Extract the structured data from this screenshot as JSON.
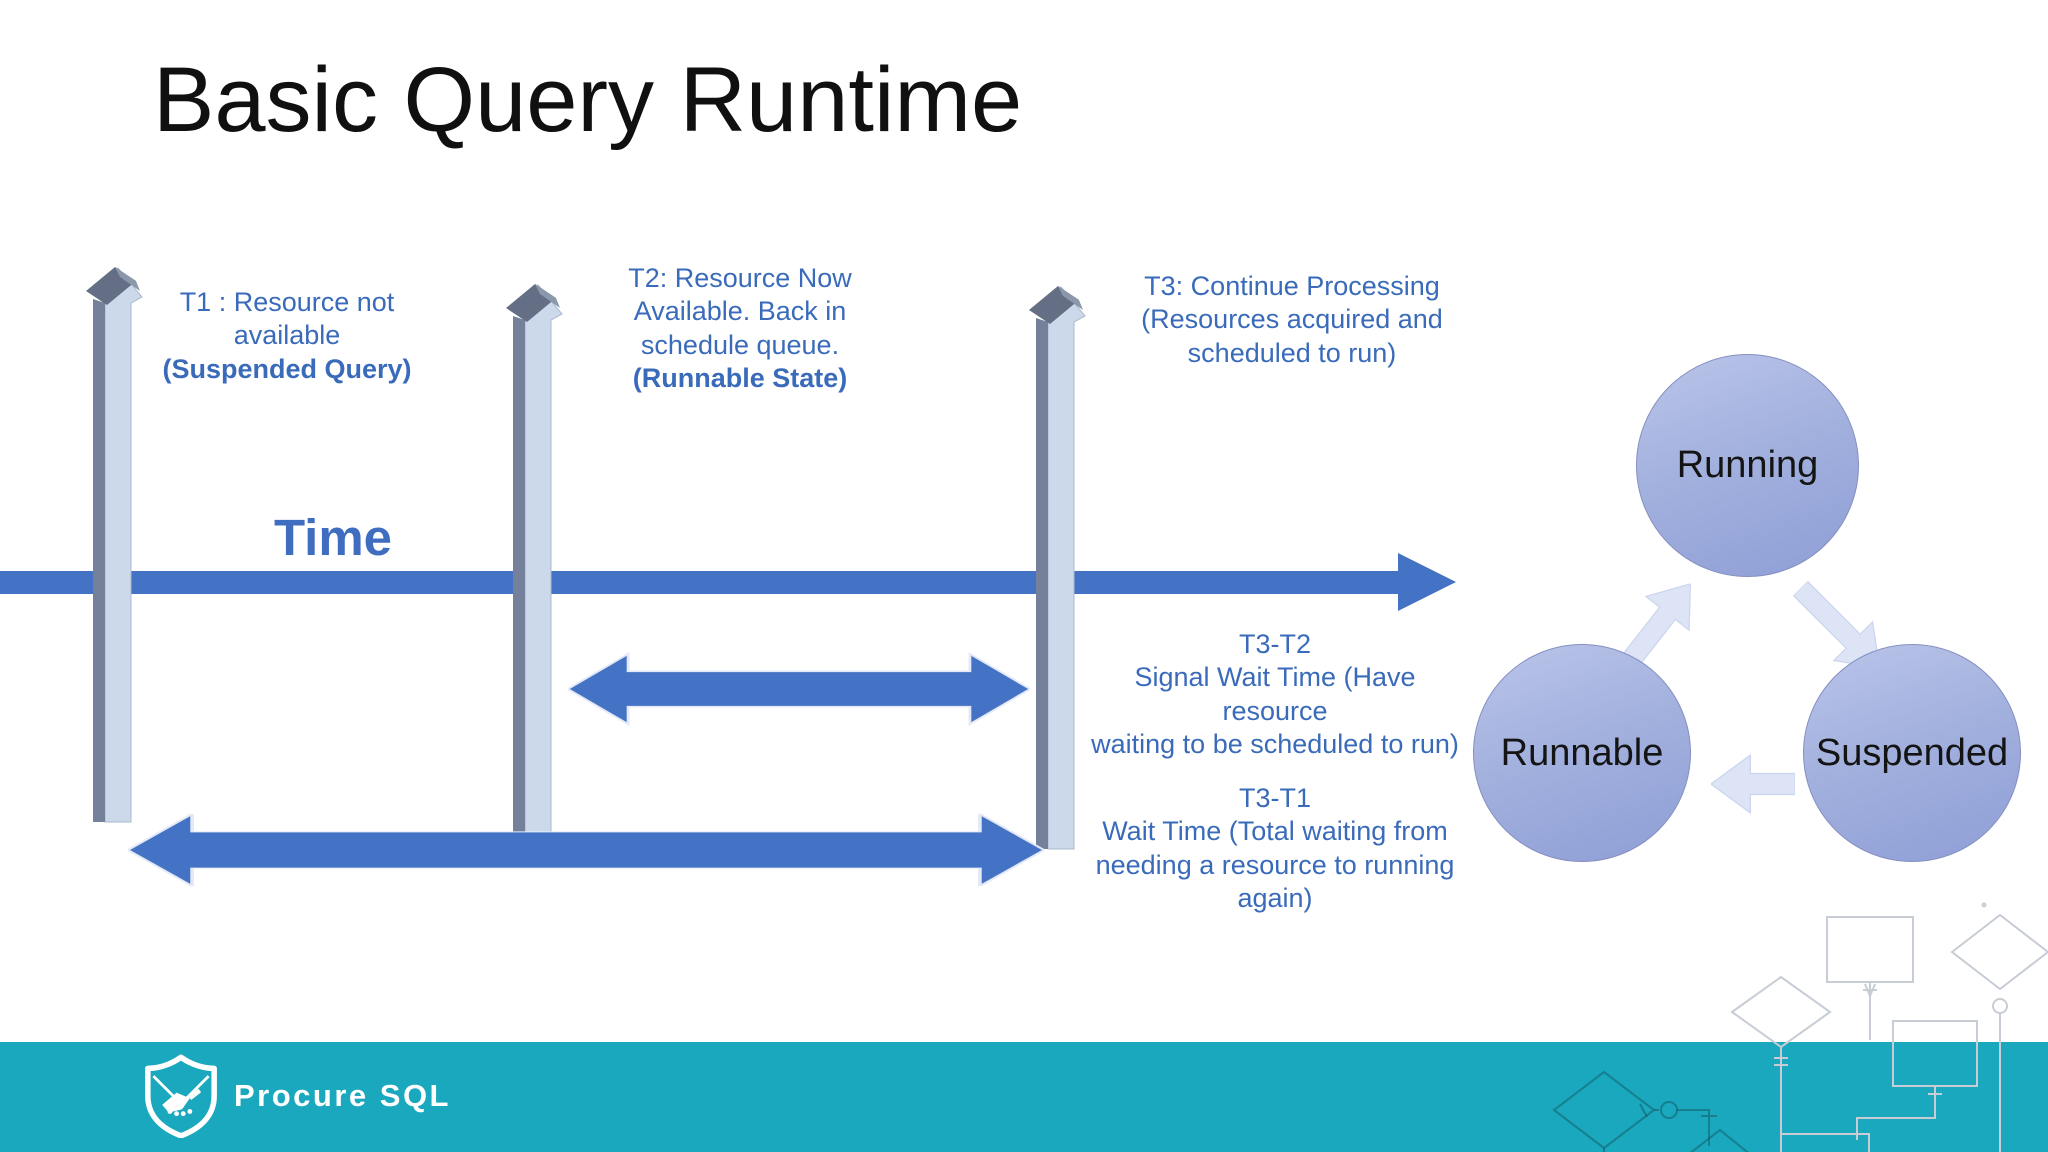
{
  "slide": {
    "title": "Basic Query Runtime"
  },
  "timeline": {
    "time_label": "Time",
    "markers": {
      "t1": {
        "plain": "T1 : Resource not available ",
        "bold": "(Suspended Query)"
      },
      "t2": {
        "plain": "T2: Resource Now Available. Back in schedule queue. ",
        "bold": "(Runnable State)"
      },
      "t3": {
        "lines": [
          "T3: Continue Processing",
          "(Resources acquired and",
          "scheduled to run)"
        ]
      }
    },
    "intervals": {
      "t3t2": {
        "title": "T3-T2",
        "desc_lines": [
          "Signal Wait Time (Have resource",
          "waiting to be scheduled to run)"
        ]
      },
      "t3t1": {
        "title": "T3-T1",
        "desc_lines": [
          "Wait Time (Total waiting from",
          "needing a resource to running",
          "again)"
        ]
      }
    }
  },
  "state_cycle": {
    "states": {
      "running": "Running",
      "runnable": "Runnable",
      "suspended": "Suspended"
    }
  },
  "footer": {
    "brand": "Procure SQL",
    "logo_icon": "shield-handshake-icon"
  },
  "colors": {
    "accent_blue": "#4472c4",
    "text_blue": "#3a6bba",
    "pillar_light": "#ccd9eb",
    "pillar_dark": "#75819a",
    "circle_fill": "#9fadd9",
    "footer_teal": "#19a8bd"
  }
}
